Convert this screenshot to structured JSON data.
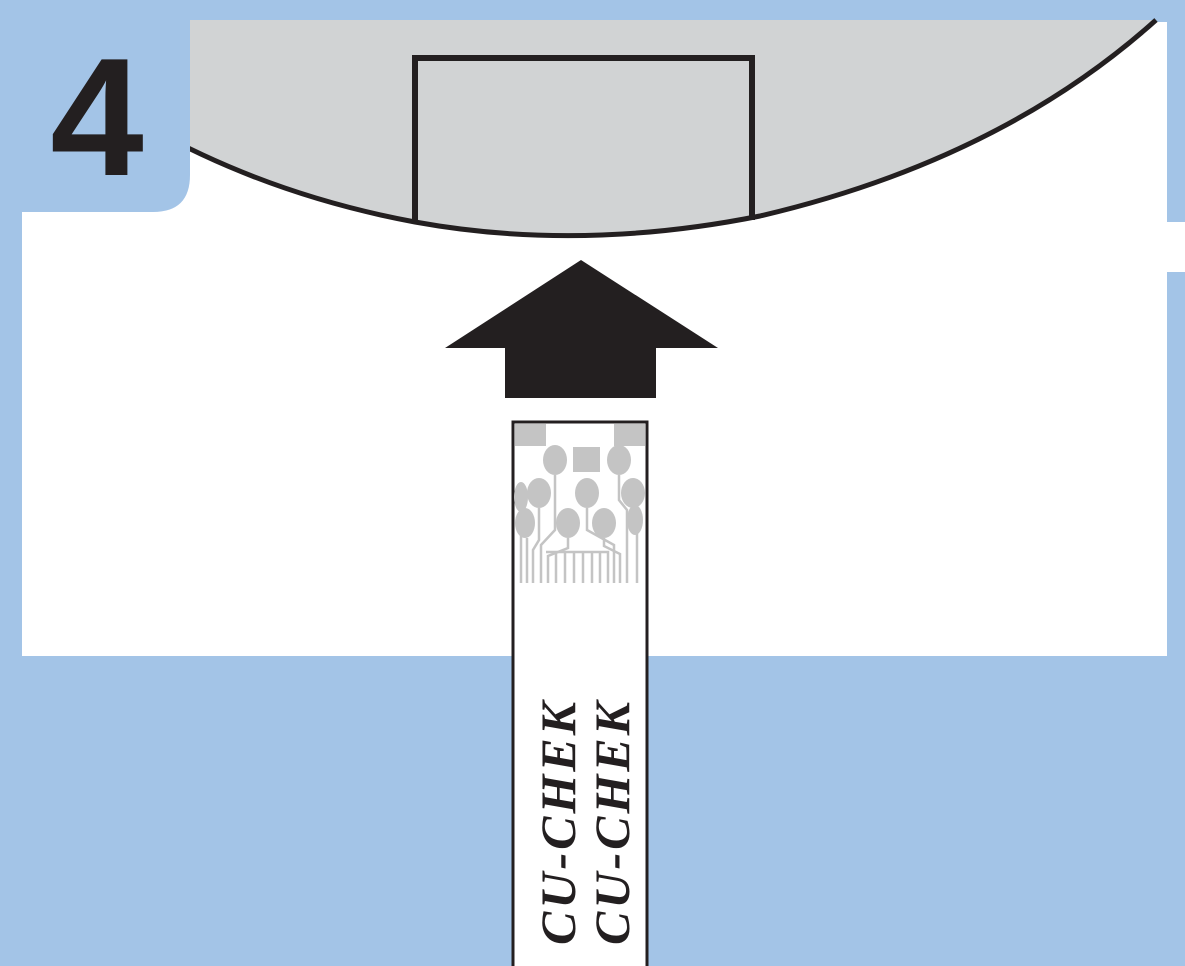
{
  "step": {
    "number": "4"
  },
  "strip": {
    "brand_text_1": "CU-CHEK",
    "brand_text_2": "CU-CHEK"
  },
  "colors": {
    "frame_blue": "#a3c4e7",
    "meter_gray": "#d1d3d4",
    "ink": "#231f20",
    "contact_gray": "#c4c4c4",
    "panel_white": "#ffffff"
  },
  "icons": {
    "arrow": "arrow-up-icon",
    "meter": "meter-icon",
    "strip": "test-strip-icon"
  }
}
